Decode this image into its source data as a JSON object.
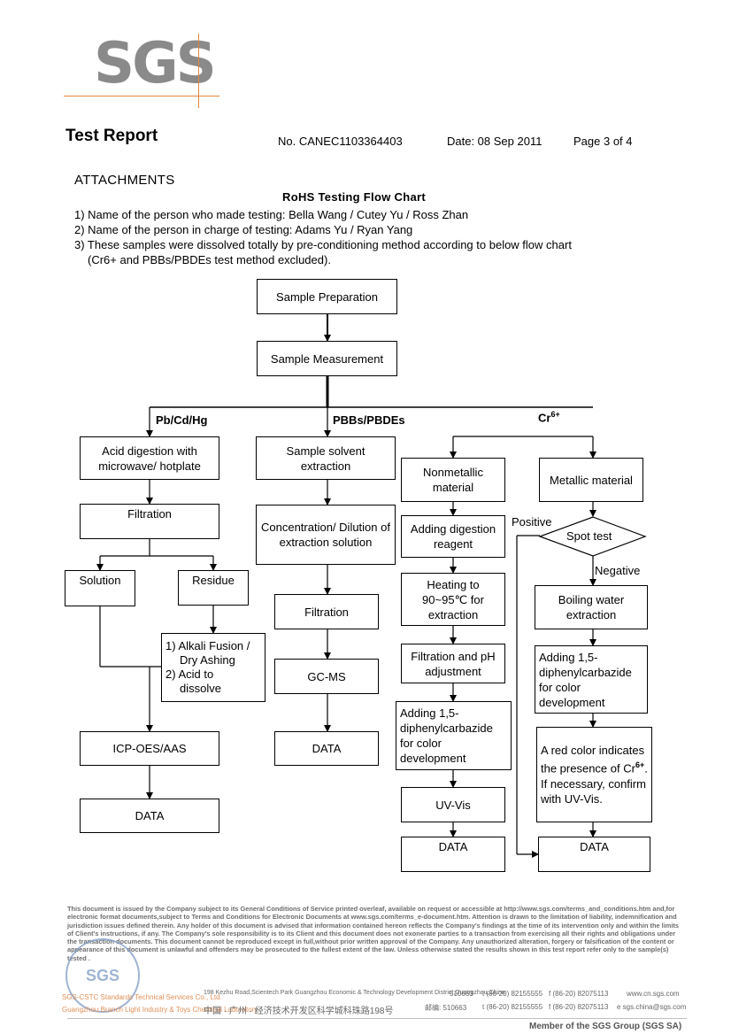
{
  "header": {
    "logo": "SGS",
    "report_title": "Test Report",
    "report_no": "No. CANEC1103364403",
    "date": "Date: 08 Sep 2011",
    "page": "Page 3 of 4"
  },
  "attachments_title": "ATTACHMENTS",
  "flowchart_title": "RoHS Testing Flow Chart",
  "intro": [
    "1) Name of the person who made testing: Bella Wang / Cutey Yu / Ross Zhan",
    "2) Name of the person in charge of testing: Adams Yu / Ryan Yang",
    "3) These samples were dissolved totally by pre-conditioning method according to below flow chart",
    "(Cr6+ and PBBs/PBDEs test method excluded)."
  ],
  "flow": {
    "sample_preparation": "Sample Preparation",
    "sample_measurement": "Sample Measurement",
    "branches": {
      "metals": "Pb/Cd/Hg",
      "pbbs": "PBBs/PBDEs",
      "cr": "Cr",
      "cr_sup": "6+"
    },
    "metals": {
      "acid_digestion": "Acid digestion with microwave/ hotplate",
      "filtration": "Filtration",
      "solution": "Solution",
      "residue": "Residue",
      "alkali_1": "1) Alkali Fusion /",
      "alkali_2": "Dry Ashing",
      "alkali_3": "2) Acid to",
      "alkali_4": "dissolve",
      "icp": "ICP-OES/AAS",
      "data": "DATA"
    },
    "pbbs": {
      "solvent_extraction": "Sample solvent extraction",
      "concentration": "Concentration/ Dilution of extraction solution",
      "filtration": "Filtration",
      "gcms": "GC-MS",
      "data": "DATA"
    },
    "cr_nonmetal": {
      "nonmetallic": "Nonmetallic material",
      "digestion_reagent": "Adding digestion reagent",
      "heating": "Heating to 90~95℃ for extraction",
      "filtration_ph": "Filtration and pH adjustment",
      "diphenyl": "Adding 1,5-diphenylcarbazide for color development",
      "uvvis": "UV-Vis",
      "data": "DATA"
    },
    "cr_metal": {
      "metallic": "Metallic material",
      "spot_test": "Spot test",
      "positive": "Positive",
      "negative": "Negative",
      "boiling": "Boiling water extraction",
      "diphenyl": "Adding 1,5-diphenylcarbazide for color development",
      "red_1": "A red color indicates the presence of Cr",
      "red_sup": "6+",
      "red_2": ". If necessary, confirm with UV-Vis.",
      "data": "DATA"
    }
  },
  "disclaimer": "This document is issued by the Company subject to its General Conditions of Service printed overleaf, available on request or accessible at http://www.sgs.com/terms_and_conditions.htm and,for electronic format documents,subject to Terms and Conditions for Electronic Documents at www.sgs.com/terms_e-document.htm. Attention is drawn to the limitation of liability, indemnification and jurisdiction issues defined therein. Any holder of this document is advised that information contained hereon reflects the Company's findings at the time of its intervention only and within the limits of Client's instructions, if any. The Company's sole responsibility is to its Client and this document does not exonerate parties to a transaction from exercising all their rights and obligations under the transaction documents. This document cannot be reproduced except in full,without prior written approval of the Company. Any unauthorized alteration, forgery or falsification of the content or appearance of this document is unlawful and offenders may be prosecuted to the fullest extent of the law. Unless otherwise stated the results shown in this test report refer only to the sample(s) tested .",
  "footer": {
    "stamp": "SGS",
    "company_1": "SGS-CSTC Standards Technical Services Co., Ltd.",
    "company_2": "Guangzhou Branch Light Industry & Toys Chemical Laboratory",
    "address_en": "198 Kezhu Road,Scientech Park Guangzhou Economic & Technology Development District,Guangzhou,China",
    "postcode_en": "510663",
    "phone_en": "t (86-20) 82155555",
    "fax_en": "f (86-20) 82075113",
    "web": "www.cn.sgs.com",
    "address_cn": "中国 · 广州 · 经济技术开发区科学城科珠路198号",
    "postcode_cn": "邮编: 510663",
    "phone_cn": "t (86-20) 82155555",
    "fax_cn": "f (86-20) 82075113",
    "email": "e sgs.china@sgs.com",
    "member": "Member of the SGS Group (SGS SA)"
  }
}
